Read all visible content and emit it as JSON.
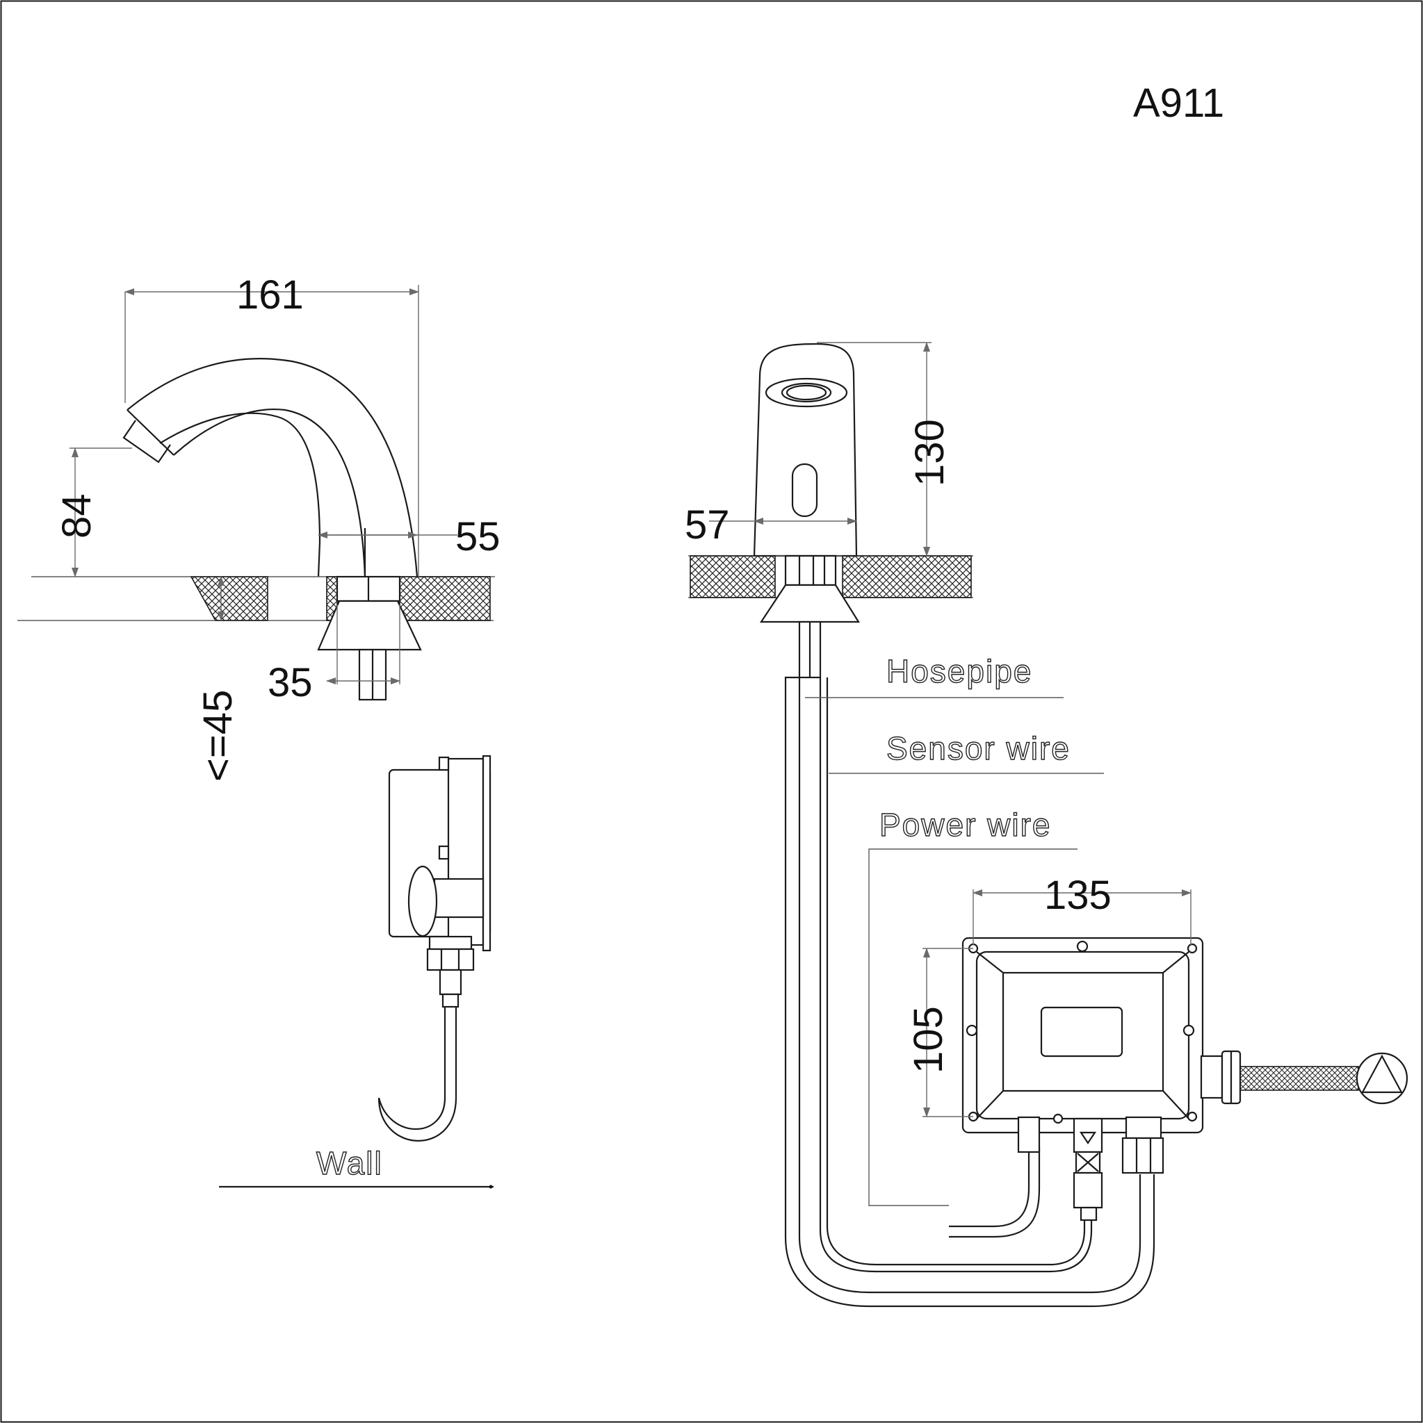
{
  "model": "A911",
  "dimensions": {
    "spout_reach": "161",
    "spout_height": "84",
    "base_width": "55",
    "deck_thickness": "<=45",
    "shank_width": "35",
    "base_diameter": "57",
    "body_height": "130",
    "box_width": "135",
    "box_height": "105"
  },
  "labels": {
    "hosepipe": "Hosepipe",
    "sensor_wire": "Sensor wire",
    "power_wire": "Power  wire",
    "wall": "Wall"
  }
}
